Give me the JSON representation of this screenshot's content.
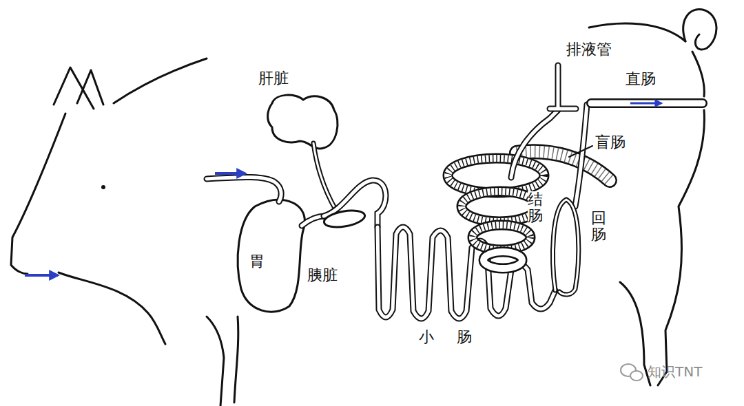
{
  "diagram": {
    "labels": [
      "排液管",
      "直肠",
      "肝脏",
      "盲肠",
      "结肠",
      "回肠",
      "胃",
      "胰脏",
      "小 肠",
      "知识TNT"
    ]
  }
}
